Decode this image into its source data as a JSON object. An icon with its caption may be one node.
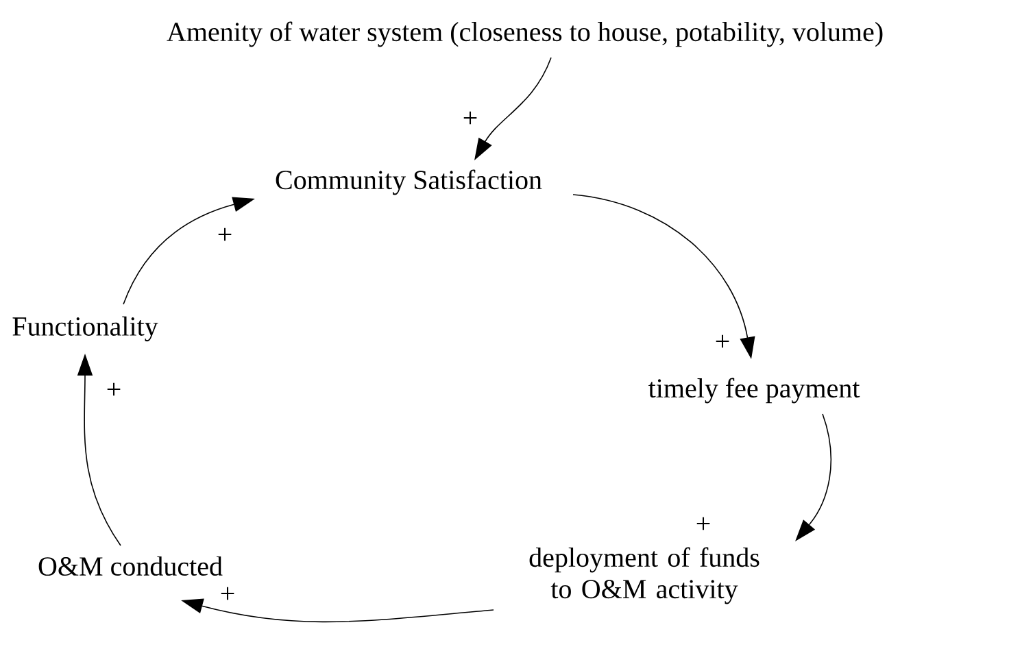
{
  "diagram": {
    "nodes": [
      {
        "text": [
          "Amenity of water system (closeness to house, potability, volume)"
        ]
      },
      {
        "text": [
          "Community Satisfaction"
        ]
      },
      {
        "text": [
          "timely fee payment"
        ]
      },
      {
        "text": [
          "deployment of funds to O&M activity"
        ]
      },
      {
        "text": [
          "O&M conducted"
        ]
      },
      {
        "text": [
          "Functionality"
        ]
      }
    ],
    "edges": [
      {
        "from": 0,
        "to": 1,
        "arrow": "to",
        "label": "+"
      },
      {
        "from": 1,
        "to": 2,
        "arrow": "to",
        "label": "+"
      },
      {
        "from": 2,
        "to": 3,
        "arrow": "to",
        "label": "+"
      },
      {
        "from": 3,
        "to": 4,
        "arrow": "to",
        "label": "+"
      },
      {
        "from": 4,
        "to": 5,
        "arrow": "to",
        "label": "+"
      },
      {
        "from": 5,
        "to": 1,
        "arrow": "to",
        "label": "+"
      }
    ]
  }
}
